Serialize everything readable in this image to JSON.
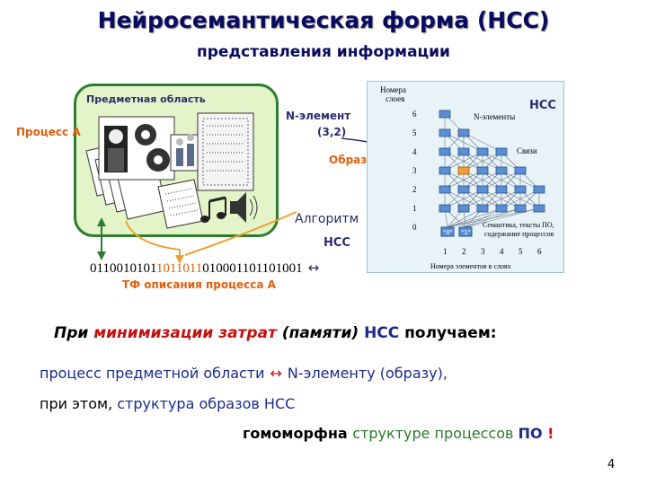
{
  "title": "Нейросемантическая форма (НСС)",
  "subtitle": "представления информации",
  "left_panel": {
    "domain_label": "Предметная область",
    "process_label": "Процесс А",
    "nelement_label_1": "N-элемент",
    "nelement_label_2": "(3,2)",
    "image_label": "Образ А",
    "algorithm_label": "Алгоритм",
    "nss_label": "НСС",
    "code_prefix": "0110010101",
    "code_highlight": "1011011",
    "code_suffix": "010001101101001",
    "code_arrow": "↔",
    "tf_label": "ТФ  описания  процесса А"
  },
  "diagram": {
    "nss_title": "НСС",
    "y_axis_title_1": "Номера",
    "y_axis_title_2": "слоев",
    "y_ticks": [
      "6",
      "5",
      "4",
      "3",
      "2",
      "1",
      "0"
    ],
    "x_ticks": [
      "1",
      "2",
      "3",
      "4",
      "5",
      "6"
    ],
    "nelements_label": "N-элементы",
    "links_label": "Связи",
    "semantics_1": "Семантика, тексты ПО,",
    "semantics_2": "содержание процессов",
    "x_axis_title": "Номера элементов в слоях",
    "input_1": "\"0\"",
    "input_2": "\"1\""
  },
  "text": {
    "min_prefix": "При ",
    "min_red": "минимизации затрат",
    "min_middle": " (памяти) ",
    "min_nss": "НСС",
    "min_suffix": " получаем:",
    "line1_a": "процесс предметной области",
    "line1_arrow": "↔",
    "line1_b": "N-элементу (образу),",
    "line2_a": "при этом, ",
    "line2_b": "структура образов НСС",
    "line3_a": "гомоморфна ",
    "line3_b": "структуре процессов ",
    "line3_po": "ПО",
    "line3_excl": " !"
  },
  "page_number": "4",
  "colors": {
    "title": "#0a0a60",
    "accent_orange": "#e06010",
    "dark_blue": "#1a2a8a",
    "green_border": "#2e7d2e",
    "domain_fill": "#e3f4c9",
    "node_blue": "#5a8fd4",
    "node_orange": "#f0a030"
  }
}
